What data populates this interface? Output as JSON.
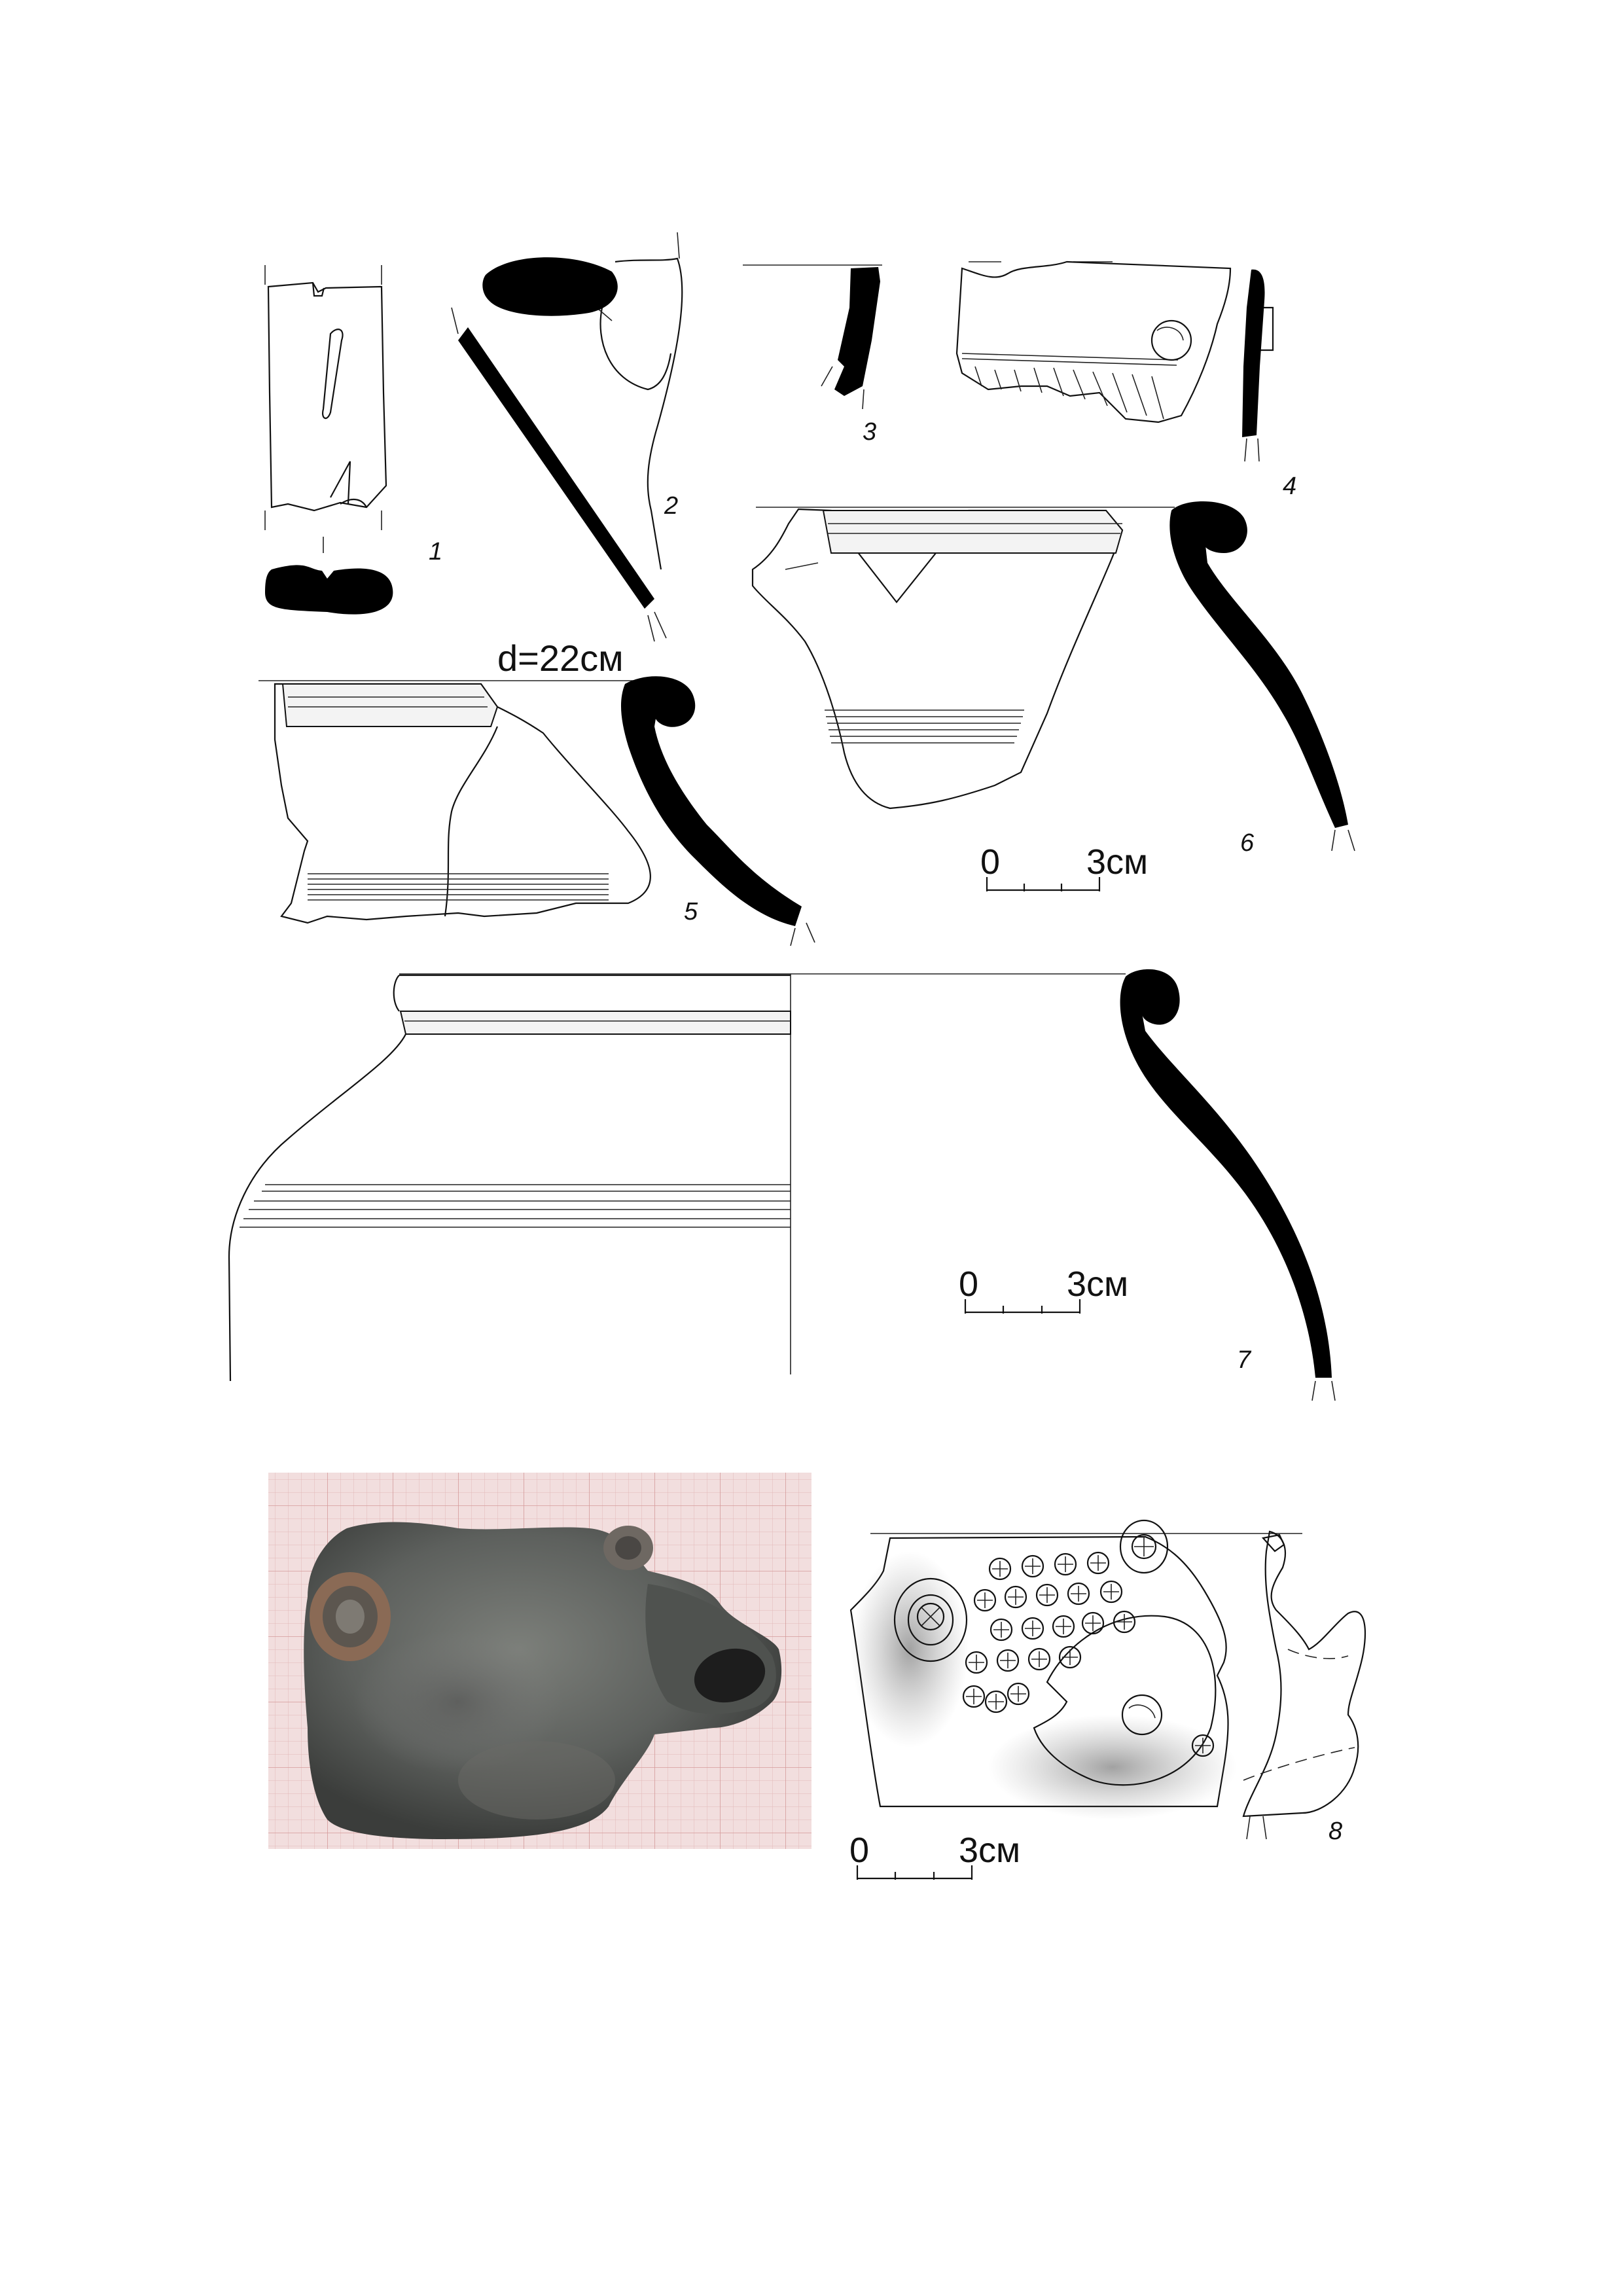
{
  "figures": [
    {
      "label": "1"
    },
    {
      "label": "2"
    },
    {
      "label": "3"
    },
    {
      "label": "4"
    },
    {
      "label": "5"
    },
    {
      "label": "6"
    },
    {
      "label": "7"
    },
    {
      "label": "8"
    }
  ],
  "diameter_label": "d=22см",
  "scale_bars": [
    {
      "start": "0",
      "end": "3см"
    },
    {
      "start": "0",
      "end": "3см"
    },
    {
      "start": "0",
      "end": "3см"
    }
  ],
  "photo": {
    "content": "photograph of spouted vessel fragment on graph paper"
  }
}
